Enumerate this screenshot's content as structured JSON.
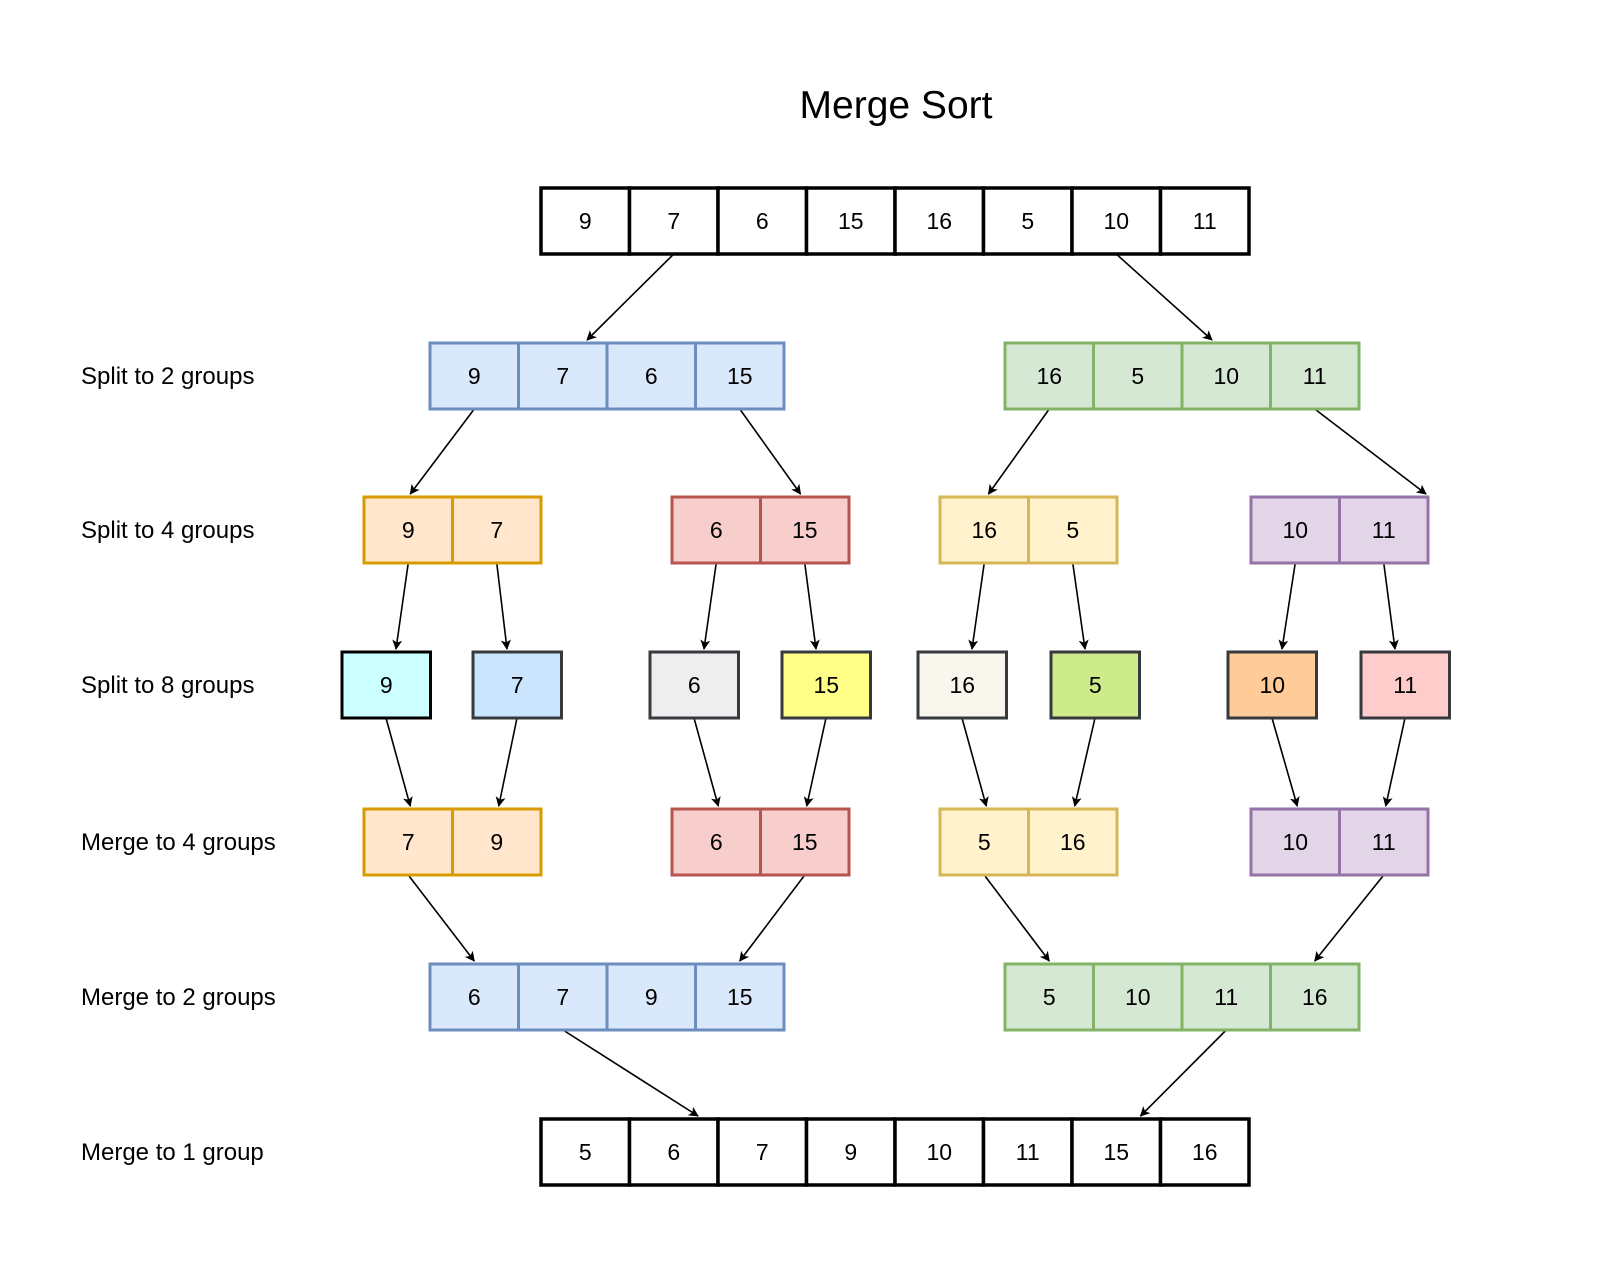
{
  "title": "Merge Sort",
  "input": [
    "9",
    "7",
    "6",
    "15",
    "16",
    "5",
    "10",
    "11"
  ],
  "stages": [
    {
      "label": "Split to 2 groups",
      "groups": [
        {
          "values": [
            "9",
            "7",
            "6",
            "15"
          ],
          "fill": "#dae8fc",
          "stroke": "#6c8ebf"
        },
        {
          "values": [
            "16",
            "5",
            "10",
            "11"
          ],
          "fill": "#d5e8d4",
          "stroke": "#82b366"
        }
      ]
    },
    {
      "label": "Split to 4 groups",
      "groups": [
        {
          "values": [
            "9",
            "7"
          ],
          "fill": "#ffe6cc",
          "stroke": "#d79b00"
        },
        {
          "values": [
            "6",
            "15"
          ],
          "fill": "#f8cecc",
          "stroke": "#b85450"
        },
        {
          "values": [
            "16",
            "5"
          ],
          "fill": "#fff2cc",
          "stroke": "#d6b656"
        },
        {
          "values": [
            "10",
            "11"
          ],
          "fill": "#e1d5e7",
          "stroke": "#9673a6"
        }
      ]
    },
    {
      "label": "Split to 8 groups",
      "groups": [
        {
          "values": [
            "9"
          ],
          "fill": "#ccffff",
          "stroke": "#000000"
        },
        {
          "values": [
            "7"
          ],
          "fill": "#cce5ff",
          "stroke": "#36393d"
        },
        {
          "values": [
            "6"
          ],
          "fill": "#eeeeee",
          "stroke": "#36393d"
        },
        {
          "values": [
            "15"
          ],
          "fill": "#ffff88",
          "stroke": "#36393d"
        },
        {
          "values": [
            "16"
          ],
          "fill": "#f9f7ed",
          "stroke": "#36393d"
        },
        {
          "values": [
            "5"
          ],
          "fill": "#cdeb8b",
          "stroke": "#36393d"
        },
        {
          "values": [
            "10"
          ],
          "fill": "#ffcc99",
          "stroke": "#36393d"
        },
        {
          "values": [
            "11"
          ],
          "fill": "#ffcccc",
          "stroke": "#36393d"
        }
      ]
    },
    {
      "label": "Merge to 4 groups",
      "groups": [
        {
          "values": [
            "7",
            "9"
          ],
          "fill": "#ffe6cc",
          "stroke": "#d79b00"
        },
        {
          "values": [
            "6",
            "15"
          ],
          "fill": "#f8cecc",
          "stroke": "#b85450"
        },
        {
          "values": [
            "5",
            "16"
          ],
          "fill": "#fff2cc",
          "stroke": "#d6b656"
        },
        {
          "values": [
            "10",
            "11"
          ],
          "fill": "#e1d5e7",
          "stroke": "#9673a6"
        }
      ]
    },
    {
      "label": "Merge to 2 groups",
      "groups": [
        {
          "values": [
            "6",
            "7",
            "9",
            "15"
          ],
          "fill": "#dae8fc",
          "stroke": "#6c8ebf"
        },
        {
          "values": [
            "5",
            "10",
            "11",
            "16"
          ],
          "fill": "#d5e8d4",
          "stroke": "#82b366"
        }
      ]
    },
    {
      "label": "Merge to 1 group",
      "groups": [
        {
          "values": [
            "5",
            "6",
            "7",
            "9",
            "10",
            "11",
            "15",
            "16"
          ],
          "fill": "#ffffff",
          "stroke": "#000000"
        }
      ]
    }
  ],
  "colors": {
    "arrow": "#000000",
    "input_fill": "#ffffff",
    "input_stroke": "#000000"
  }
}
